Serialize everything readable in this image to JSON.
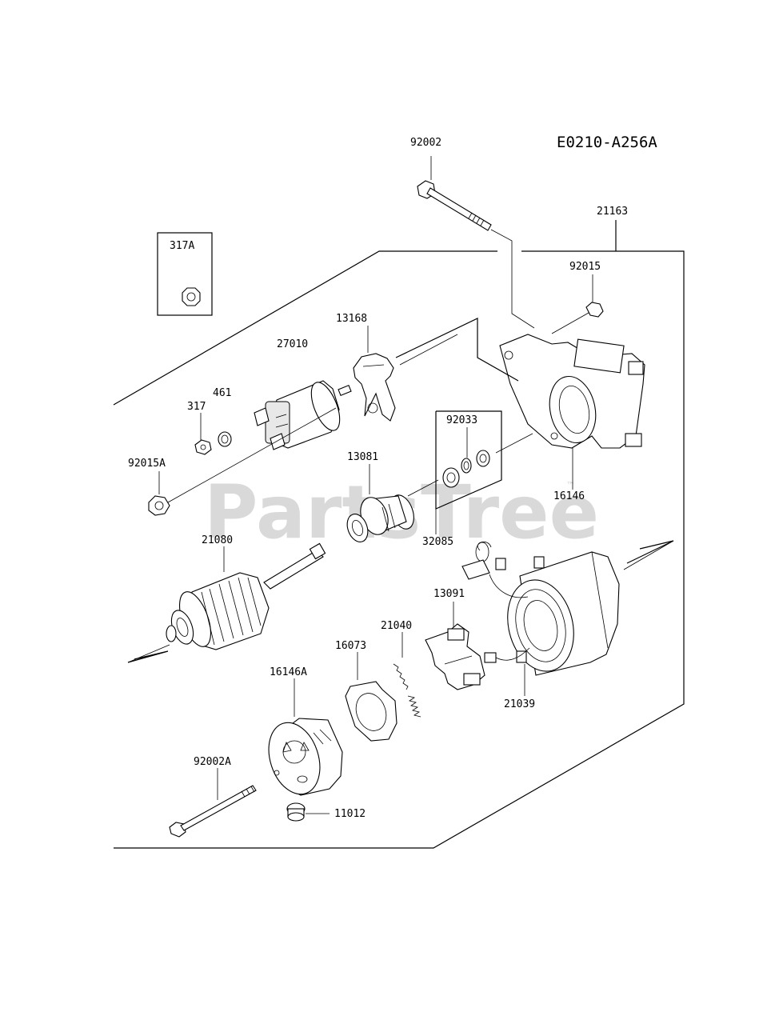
{
  "diagram": {
    "code": "E0210-A256A",
    "watermark": "PartsTree",
    "watermark_mark": "™",
    "parts": {
      "p92002": "92002",
      "p21163": "21163",
      "p317A": "317A",
      "p92015": "92015",
      "p13168": "13168",
      "p27010": "27010",
      "p461": "461",
      "p317": "317",
      "p92033": "92033",
      "p92015A": "92015A",
      "p13081": "13081",
      "p16146": "16146",
      "p32085": "32085",
      "p21080": "21080",
      "p13091": "13091",
      "p21040": "21040",
      "p16073": "16073",
      "p21039": "21039",
      "p16146A": "16146A",
      "p92002A": "92002A",
      "p11012": "11012"
    }
  }
}
